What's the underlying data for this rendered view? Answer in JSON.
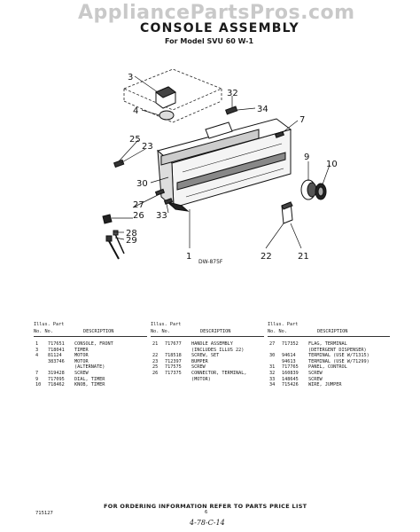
{
  "watermark": "AppliancePartsPros.com",
  "title": "CONSOLE ASSEMBLY",
  "subtitle": "For Model SVU 60 W-1",
  "drawing_number": "DW-875F",
  "callouts": {
    "c1": "1",
    "c3": "3",
    "c4": "4",
    "c7": "7",
    "c9": "9",
    "c10": "10",
    "c21": "21",
    "c22": "22",
    "c23": "23",
    "c25": "25",
    "c26": "26",
    "c27": "27",
    "c28": "28",
    "c29": "29",
    "c30": "30",
    "c32": "32",
    "c33": "33",
    "c34": "34"
  },
  "table": {
    "header": {
      "illus_part": "Illus. Part",
      "no_no": "No.   No.",
      "description": "DESCRIPTION"
    },
    "columns": [
      [
        [
          "1",
          "717651",
          "CONSOLE, FRONT"
        ],
        [
          "3",
          "718041",
          "TIMER"
        ],
        [
          "4",
          "81124",
          "MOTOR"
        ],
        [
          "",
          "383746",
          "MOTOR"
        ],
        [
          "",
          "",
          "(ALTERNATE)"
        ],
        [
          "7",
          "319428",
          "SCREW"
        ],
        [
          "9",
          "717095",
          "DIAL, TIMER"
        ],
        [
          "10",
          "718462",
          "KNOB, TIMER"
        ]
      ],
      [
        [
          "21",
          "717677",
          "HANDLE ASSEMBLY"
        ],
        [
          "",
          "",
          "(INCLUDES ILLUS 22)"
        ],
        [
          "22",
          "718518",
          "SCREW, SET"
        ],
        [
          "23",
          "712397",
          "BUMPER"
        ],
        [
          "25",
          "717575",
          "SCREW"
        ],
        [
          "26",
          "717375",
          "CONNECTOR, TERMINAL,"
        ],
        [
          "",
          "",
          "(MOTOR)"
        ]
      ],
      [
        [
          "27",
          "717352",
          "FLAG, TERMINAL"
        ],
        [
          "",
          "",
          "(DETERGENT DISPENSER)"
        ],
        [
          "30",
          "94614",
          "TERMINAL (USE W/71315)"
        ],
        [
          "",
          "94613",
          "TERMINAL (USE W/71299)"
        ],
        [
          "31",
          "717765",
          "PANEL, CONTROL"
        ],
        [
          "32",
          "160839",
          "SCREW"
        ],
        [
          "33",
          "148645",
          "SCREW"
        ],
        [
          "34",
          "715426",
          "WIRE, JUMPER"
        ]
      ]
    ]
  },
  "footer": {
    "note": "FOR ORDERING INFORMATION REFER TO PARTS PRICE LIST",
    "doc_number": "715127",
    "page": "6",
    "handwritten": "4-78-C-14"
  }
}
